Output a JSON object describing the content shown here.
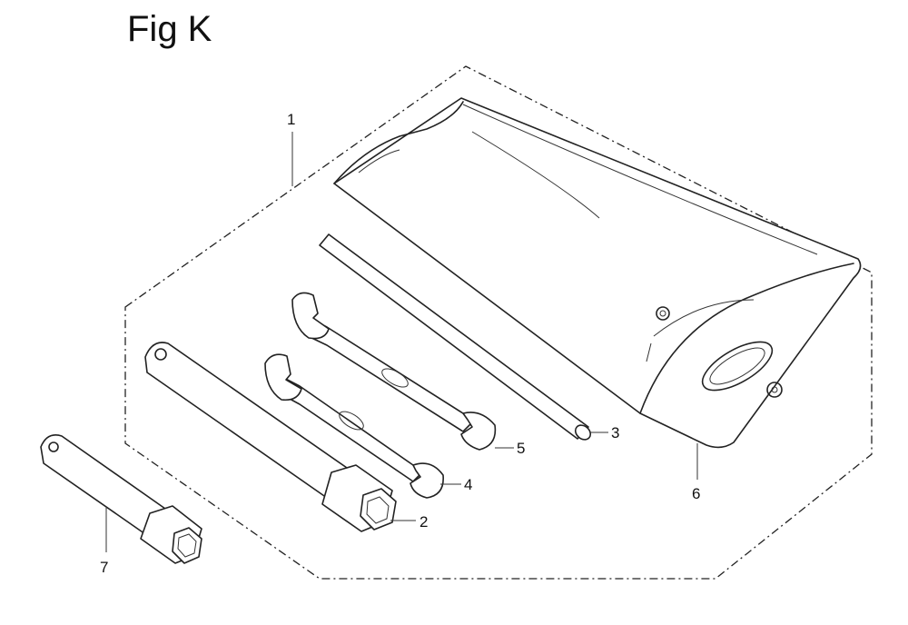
{
  "title": "Fig K",
  "callouts": [
    "1",
    "2",
    "3",
    "4",
    "5",
    "6",
    "7"
  ]
}
